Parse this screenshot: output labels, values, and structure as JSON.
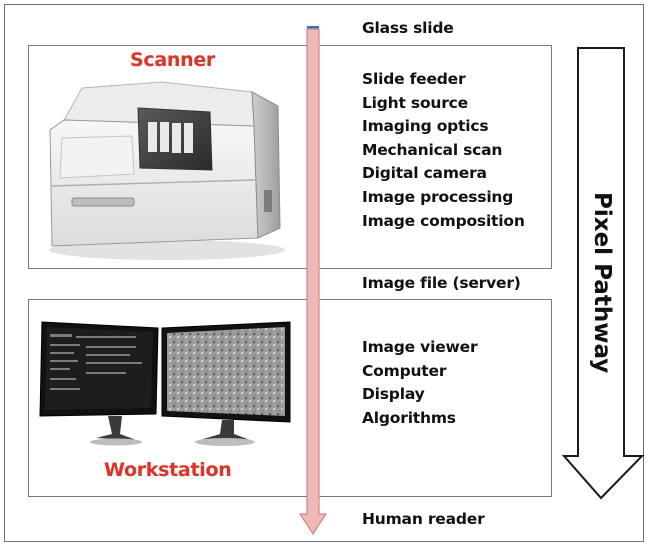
{
  "stages": {
    "start": "Glass slide",
    "middle": "Image file (server)",
    "end": "Human reader"
  },
  "scanner": {
    "title": "Scanner",
    "steps": [
      "Slide feeder",
      "Light source",
      "Imaging optics",
      "Mechanical scan",
      "Digital camera",
      "Image processing",
      "Image composition"
    ]
  },
  "workstation": {
    "title": "Workstation",
    "steps": [
      "Image viewer",
      "Computer",
      "Display",
      "Algorithms"
    ]
  },
  "pathway": {
    "label": "Pixel Pathway"
  },
  "colors": {
    "title_red": "#d8372e",
    "arrow_pink": "#f0b7b7",
    "arrow_outline": "#c98b8b"
  }
}
